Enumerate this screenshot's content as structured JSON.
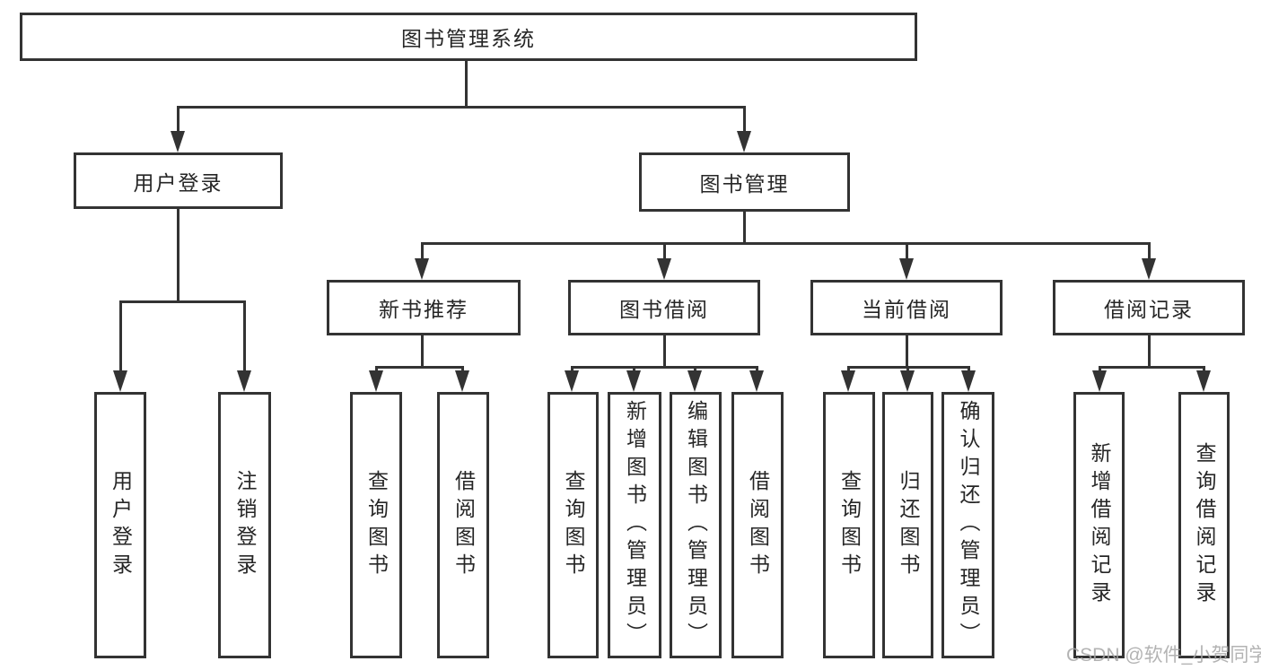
{
  "diagram": {
    "root": {
      "label": "图书管理系统"
    },
    "level2": [
      {
        "label": "用户登录"
      },
      {
        "label": "图书管理"
      }
    ],
    "level3": [
      {
        "label": "新书推荐"
      },
      {
        "label": "图书借阅"
      },
      {
        "label": "当前借阅"
      },
      {
        "label": "借阅记录"
      }
    ],
    "leaves": [
      {
        "label": "用户登录"
      },
      {
        "label": "注销登录"
      },
      {
        "label": "查询图书"
      },
      {
        "label": "借阅图书"
      },
      {
        "label": "查询图书"
      },
      {
        "label": "新增图书（管理员）"
      },
      {
        "label": "编辑图书（管理员）"
      },
      {
        "label": "借阅图书"
      },
      {
        "label": "查询图书"
      },
      {
        "label": "归还图书"
      },
      {
        "label": "确认归还（管理员）"
      },
      {
        "label": "新增借阅记录"
      },
      {
        "label": "查询借阅记录"
      }
    ]
  },
  "watermark": {
    "text": "CSDN @软件_小贺同学"
  },
  "colors": {
    "line": "#333333",
    "text": "#262626",
    "background": "#ffffff",
    "watermark": "#a6a6a6"
  }
}
